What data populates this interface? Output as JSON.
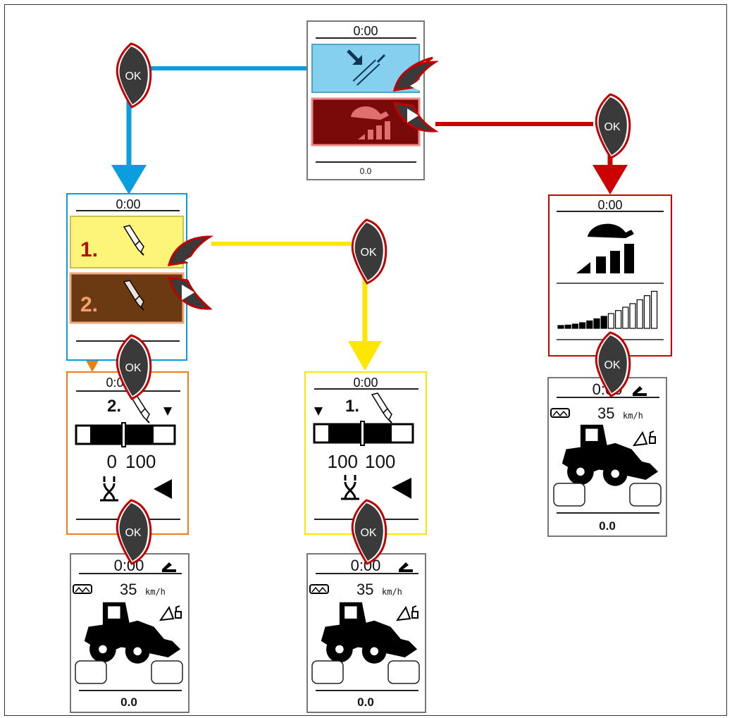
{
  "screens": {
    "top_menu": {
      "time": "0:00",
      "footer": "0.0",
      "items": [
        {
          "icon": "cylinder-arrow-icon",
          "color": "#84d0ee"
        },
        {
          "icon": "turtle-speed-icon",
          "color": "#7a0a0a"
        }
      ]
    },
    "tool_select": {
      "time": "0:00",
      "items": [
        {
          "number": "1.",
          "icon": "hydraulic-tool-icon",
          "color": "#fcf57a"
        },
        {
          "number": "2.",
          "icon": "hydraulic-tool-icon",
          "color": "#6b3a12"
        }
      ]
    },
    "tool2_settings": {
      "time": "0:00",
      "number": "2.",
      "left_value": "0",
      "right_value": "100"
    },
    "tool1_settings": {
      "time": "0:00",
      "number": "1.",
      "left_value": "100",
      "right_value": "100"
    },
    "creep_speed": {
      "time": "0:00"
    },
    "home": {
      "time": "0:00",
      "speed": "35",
      "unit": "km/h",
      "footer": "0.0"
    }
  },
  "buttons": {
    "ok_label": "OK"
  },
  "colors": {
    "blue": "#0a9ede",
    "red": "#cc0000",
    "yellow": "#ffe600",
    "orange": "#ee7b18"
  }
}
